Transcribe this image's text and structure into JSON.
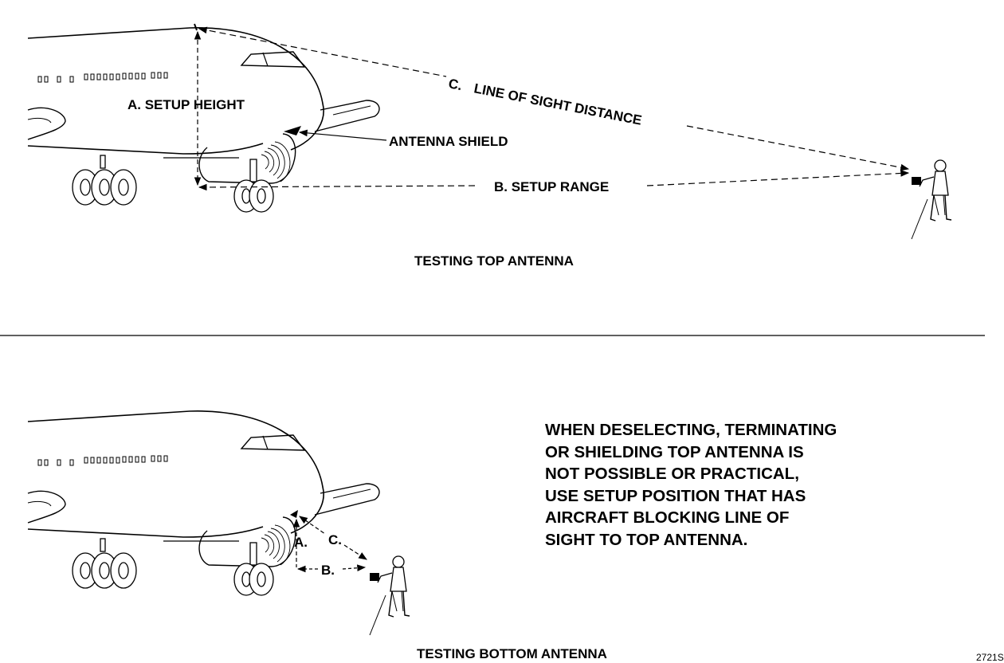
{
  "top_panel": {
    "label_a": "A.  SETUP HEIGHT",
    "label_b": "B.   SETUP RANGE",
    "label_c_part1": "C.",
    "label_c_part2": "LINE OF SIGHT DISTANCE",
    "antenna_shield": "ANTENNA SHIELD",
    "caption": "TESTING TOP ANTENNA"
  },
  "bottom_panel": {
    "label_a": "A.",
    "label_b": "B.",
    "label_c": "C.",
    "caption": "TESTING BOTTOM ANTENNA",
    "note_lines": [
      "WHEN DESELECTING, TERMINATING",
      "OR SHIELDING TOP ANTENNA IS",
      "NOT POSSIBLE OR PRACTICAL,",
      "USE SETUP POSITION THAT HAS",
      "AIRCRAFT BLOCKING LINE OF",
      "SIGHT TO TOP ANTENNA."
    ]
  },
  "figure_ref": "2721S"
}
